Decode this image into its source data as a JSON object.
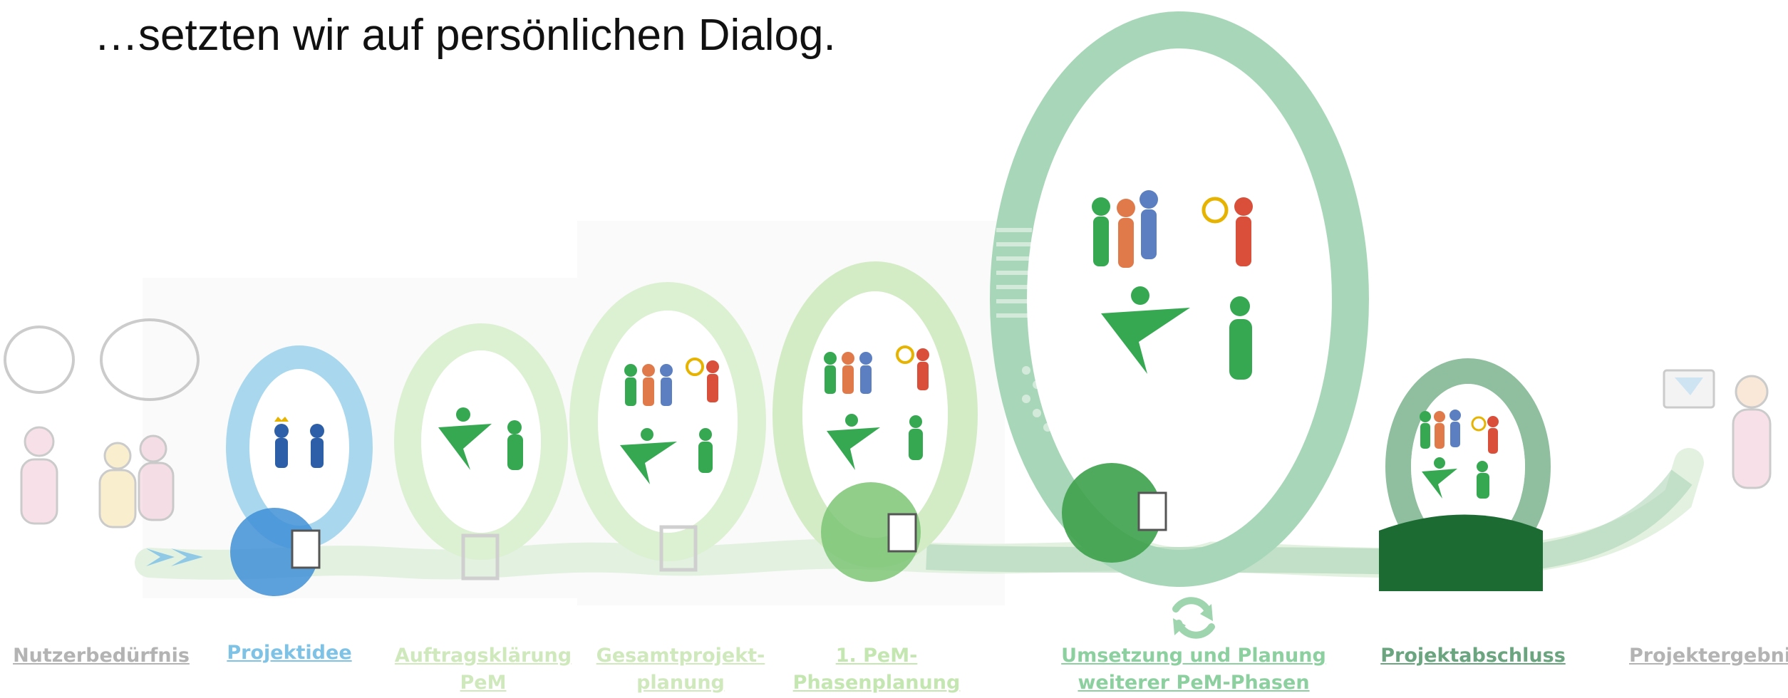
{
  "headline": "…setzten wir auf persönlichen Dialog.",
  "stages": [
    {
      "label": "Nutzerbedürfnis",
      "color": "#c8c8c8"
    },
    {
      "label": "Projektidee",
      "color": "#8fc9e6"
    },
    {
      "label": "Auftragsklärung\nPeM",
      "color": "#d6efc4"
    },
    {
      "label": "Gesamtprojekt-\nplanung",
      "color": "#d6efc4"
    },
    {
      "label": "1.   PeM-\nPhasenplanung",
      "color": "#cdeabb"
    },
    {
      "label": "Umsetzung und Planung\nweiterer PeM-Phasen",
      "color": "#93cfa8"
    },
    {
      "label": "Projektabschluss",
      "color": "#5f9d76"
    },
    {
      "label": "Projektergebnis",
      "color": "#c8c8c8"
    }
  ],
  "icons": {
    "cycle": "refresh-icon",
    "door": "door-icon",
    "people": "stick-figures-icon"
  }
}
